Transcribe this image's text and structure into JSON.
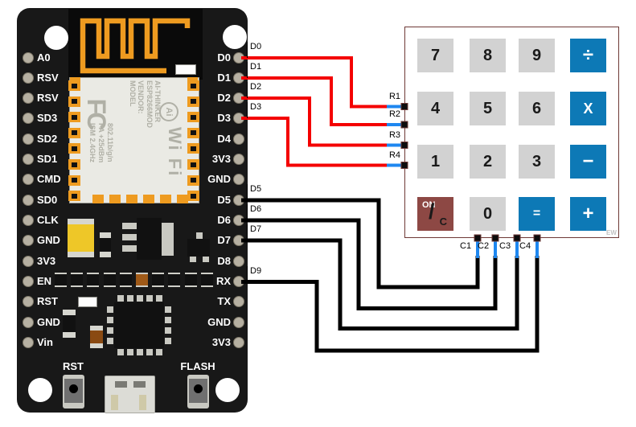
{
  "colors": {
    "wire_red": "#f40000",
    "wire_black": "#000000",
    "stub_blue": "#1e87f0",
    "keypad_border": "#6e3936",
    "key_gray": "#d2d2d2",
    "key_blue": "#0d79b6",
    "key_onc": "#8d4844",
    "board_black": "#181818",
    "pad_gray": "#b6b0a2",
    "antenna_orange": "#ee9b20",
    "module_silver": "#eaeae4",
    "module_text": "#b0b0a6",
    "cap_yellow": "#eec728"
  },
  "board": {
    "left_pins": [
      "A0",
      "RSV",
      "RSV",
      "SD3",
      "SD2",
      "SD1",
      "CMD",
      "SD0",
      "CLK",
      "GND",
      "3V3",
      "EN",
      "RST",
      "GND",
      "Vin"
    ],
    "right_pins": [
      "D0",
      "D1",
      "D2",
      "D3",
      "D4",
      "3V3",
      "GND",
      "D5",
      "D6",
      "D7",
      "D8",
      "RX",
      "TX",
      "GND",
      "3V3"
    ],
    "rst_label": "RST",
    "flash_label": "FLASH",
    "module": {
      "fcc": "FC",
      "ai_logo": "Ai",
      "wifi": "Wi Fi",
      "model_lines": [
        "MODEL",
        "VENDOR:"
      ],
      "name_lines": [
        "ESP8266MOD",
        "AI-THINKER"
      ],
      "reg_lines": [
        "ISM 2.4GHz",
        "PA +25dBm",
        "802.11b/g/n"
      ]
    }
  },
  "wires": {
    "red": [
      {
        "from": "D0",
        "to": "R1"
      },
      {
        "from": "D1",
        "to": "R2"
      },
      {
        "from": "D2",
        "to": "R3"
      },
      {
        "from": "D3",
        "to": "R4"
      }
    ],
    "black": [
      {
        "from": "D5",
        "to": "C1"
      },
      {
        "from": "D6",
        "to": "C2"
      },
      {
        "from": "D7",
        "to": "C3"
      },
      {
        "from": "D9",
        "to": "C4"
      }
    ]
  },
  "keypad": {
    "watermark": "EW",
    "row_pins": [
      "R1",
      "R2",
      "R3",
      "R4"
    ],
    "col_pins": [
      "C1",
      "C2",
      "C3",
      "C4"
    ],
    "keys": [
      {
        "label": "7",
        "type": "digit"
      },
      {
        "label": "8",
        "type": "digit"
      },
      {
        "label": "9",
        "type": "digit"
      },
      {
        "label": "÷",
        "type": "op"
      },
      {
        "label": "4",
        "type": "digit"
      },
      {
        "label": "5",
        "type": "digit"
      },
      {
        "label": "6",
        "type": "digit"
      },
      {
        "label": "X",
        "type": "op"
      },
      {
        "label": "1",
        "type": "digit"
      },
      {
        "label": "2",
        "type": "digit"
      },
      {
        "label": "3",
        "type": "digit"
      },
      {
        "label": "−",
        "type": "op"
      },
      {
        "label": "ON/C",
        "type": "onc"
      },
      {
        "label": "0",
        "type": "digit"
      },
      {
        "label": "=",
        "type": "op"
      },
      {
        "label": "+",
        "type": "op"
      }
    ]
  }
}
